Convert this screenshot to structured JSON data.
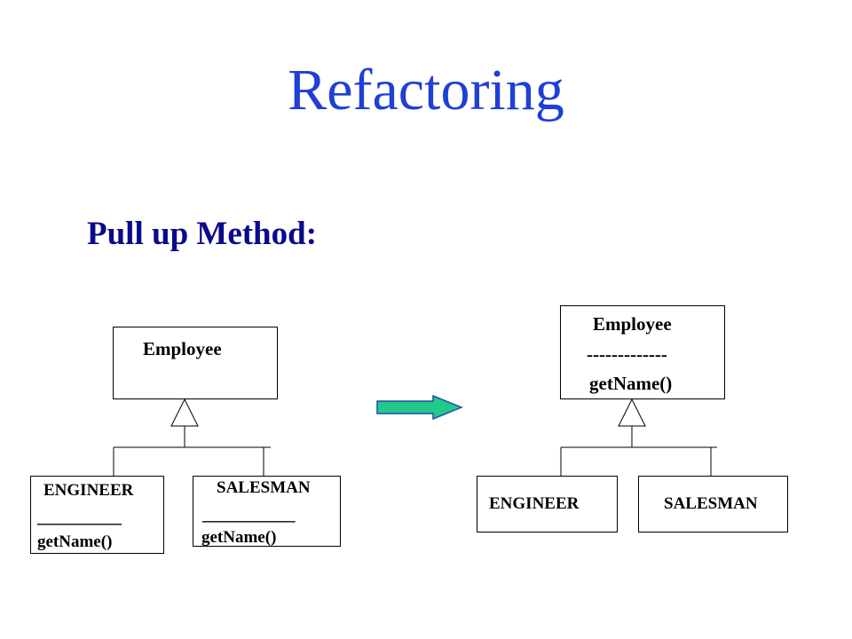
{
  "slide": {
    "title": "Refactoring",
    "subtitle": "Pull up Method:"
  },
  "before": {
    "superclass": {
      "name": "Employee"
    },
    "engineer": {
      "name": "ENGINEER",
      "separator": "__________",
      "method": "getName()"
    },
    "salesman": {
      "name": "SALESMAN",
      "separator": "___________",
      "method": "getName()"
    }
  },
  "after": {
    "superclass": {
      "name": "Employee",
      "separator": "-------------",
      "method": "getName()"
    },
    "engineer": {
      "name": "ENGINEER"
    },
    "salesman": {
      "name": "SALESMAN"
    }
  },
  "colors": {
    "title": "#1f3fd6",
    "subtitle": "#0a0a8c",
    "arrow_fill": "#22c98a",
    "arrow_stroke": "#1a4fb0"
  }
}
